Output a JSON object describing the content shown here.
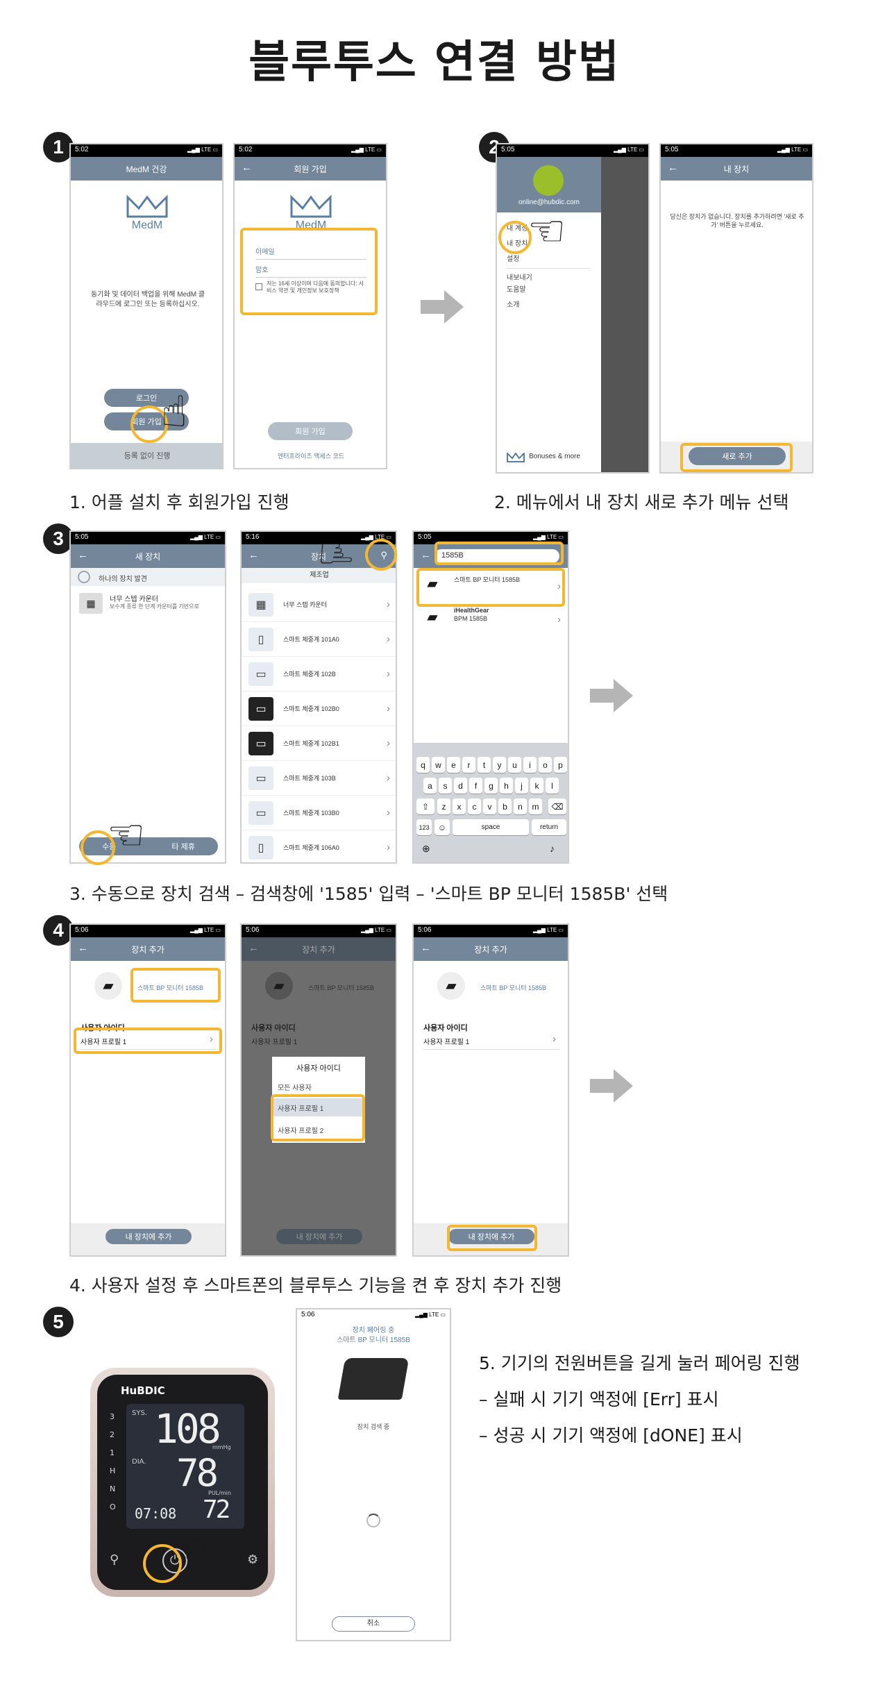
{
  "title": "블루투스 연결 방법",
  "steps": [
    {
      "number": "1",
      "caption": "1. 어플 설치 후 회원가입 진행",
      "screen_a": {
        "time": "5:02",
        "header": "MedM 건강",
        "logo": "MedM",
        "body": "동기화 및 데이터 백업을 위해 MedM 클라우드에 로그인 또는 등록하십시오.",
        "login": "로그인",
        "signup": "회원 가입",
        "skip": "등록 없이 진행"
      },
      "screen_b": {
        "time": "5:02",
        "header": "회원 가입",
        "logo": "MedM",
        "email": "이메일",
        "password": "암호",
        "terms": "저는 16세 이상이며 다음에 동의합니다: 서비스 약관 및 개인정보 보호정책",
        "submit": "회원 가입",
        "footer": "엔터프라이즈 액세스 코드"
      }
    },
    {
      "number": "2",
      "caption": "2. 메뉴에서 내 장치 새로 추가 메뉴 선택",
      "screen_a": {
        "time": "5:05",
        "email": "online@hubdic.com",
        "menu": [
          "내 계정",
          "내 장치",
          "설정",
          "내보내기",
          "도움말",
          "소개"
        ],
        "bonus": "Bonuses & more"
      },
      "screen_b": {
        "time": "5:05",
        "header": "내 장치",
        "body": "당신은 장치가 없습니다. 장치를 추가하려면 '새로 추가' 버튼을 누르세요.",
        "add": "새로 추가"
      }
    },
    {
      "number": "3",
      "caption": "3. 수동으로 장치 검색 – 검색창에 '1585' 입력 – '스마트 BP 모니터 1585B' 선택",
      "screen_a": {
        "time": "5:05",
        "header": "새 장치",
        "scan": "하나의 장치 발견",
        "device": "너무 스텝 카운터",
        "device_sub": "보수계 종류 한 단계 카운터를 기반으로",
        "manual": "수동",
        "third": "타 제휴"
      },
      "screen_b": {
        "time": "5:16",
        "header": "장치",
        "sub": "제조업",
        "items": [
          "너무 스텝 카운터",
          "스마트 체중계 101A0",
          "스마트 체중계 102B",
          "스마트 체중계 102B0",
          "스마트 체중계 102B1",
          "스마트 체중계 103B",
          "스마트 체중계 103B0",
          "스마트 체중계 106A0"
        ]
      },
      "screen_c": {
        "time": "5:05",
        "query": "1585B",
        "result1": "스마트 BP 모니터 1585B",
        "result2_brand": "iHealthGear",
        "result2": "BPM 1585B",
        "space": "space",
        "return": "return",
        "num": "123",
        "rows": [
          [
            "q",
            "w",
            "e",
            "r",
            "t",
            "y",
            "u",
            "i",
            "o",
            "p"
          ],
          [
            "a",
            "s",
            "d",
            "f",
            "g",
            "h",
            "j",
            "k",
            "l"
          ],
          [
            "z",
            "x",
            "c",
            "v",
            "b",
            "n",
            "m"
          ]
        ]
      }
    },
    {
      "number": "4",
      "caption": "4. 사용자 설정 후 스마트폰의 블루투스 기능을 켠 후 장치 추가 진행",
      "screen_a": {
        "time": "5:06",
        "header": "장치 추가",
        "device": "스마트 BP 모니터 1585B",
        "uid": "사용자 아이디",
        "profile": "사용자 프로필 1",
        "btn": "내 장치에 추가"
      },
      "screen_b": {
        "time": "5:06",
        "header": "장치 추가",
        "device": "스마트 BP 모니터 1585B",
        "uid": "사용자 아이디",
        "profile": "사용자 프로필 1",
        "popup_title": "사용자 아이디",
        "opt0": "모든 사용자",
        "opt1": "사용자 프로필 1",
        "opt2": "사용자 프로필 2",
        "btn": "내 장치에 추가"
      },
      "screen_c": {
        "time": "5:06",
        "header": "장치 추가",
        "device": "스마트 BP 모니터 1585B",
        "uid": "사용자 아이디",
        "profile": "사용자 프로필 1",
        "btn": "내 장치에 추가"
      }
    },
    {
      "number": "5",
      "device": {
        "brand": "HuBDIC",
        "sys_label": "SYS.",
        "dia_label": "DIA.",
        "sys": "108",
        "dia": "78",
        "pulse": "72",
        "time": "07:08",
        "mmhg": "mmHg",
        "pul": "PUL/min",
        "scale": [
          "3",
          "2",
          "1",
          "H",
          "N",
          "O"
        ]
      },
      "screen": {
        "time": "5:06",
        "title1": "장치 페어링 중",
        "title2": "스마트 BP 모니터 1585B",
        "status": "장치 검색 중",
        "cancel": "취소"
      },
      "notes": [
        "5. 기기의 전원버튼을 길게 눌러 페어링 진행",
        "– 실패 시 기기 액정에 [Err] 표시",
        "– 성공 시 기기 액정에 [dONE] 표시"
      ]
    }
  ],
  "colors": {
    "header": "#74869a",
    "highlight": "#f4b731",
    "arrow": "#b5b5b5"
  }
}
